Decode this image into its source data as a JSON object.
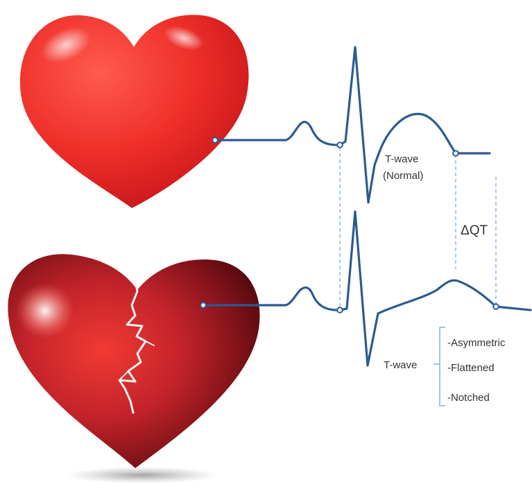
{
  "labels": {
    "normal_twave": "T-wave",
    "normal_twave_sub": "(Normal)",
    "delta_qt": "ΔQT",
    "abnormal_twave": "T-wave"
  },
  "abnormal_features": [
    "-Asymmetric",
    "-Flattened",
    "-Notched"
  ],
  "colors": {
    "ecg_trace": "#2a5b92",
    "guide_line": "#6aa3d8",
    "healthy_heart": "#e8302c",
    "damaged_heart": "#8a1a1f",
    "crack": "#f4f0f0"
  },
  "icons": [
    "healthy-heart-icon",
    "broken-heart-icon"
  ]
}
